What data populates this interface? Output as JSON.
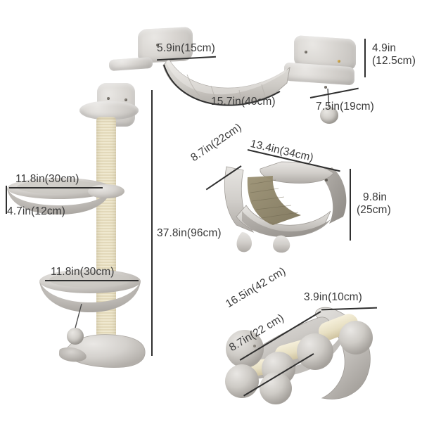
{
  "diagram": {
    "title": "Cat wall furniture set dimension diagram",
    "background_color": "#ffffff",
    "line_color": "#2f2f2f",
    "text_color": "#3a3a3a"
  },
  "pieces": {
    "wall_bridge": {
      "name": "curved wall bridge with two wall mounts and hanging ball",
      "labels": {
        "width_small": "5.9in(15cm)",
        "span": "15.7in(40cm)",
        "height": "4.9in",
        "height_unit": "(12.5cm)",
        "depth": "7.5in(19cm)"
      }
    },
    "cat_tree": {
      "name": "wall mounted cat tree with sisal post, two round platforms and hanging ball",
      "labels": {
        "upper_shelf_width": "11.8in(30cm)",
        "upper_shelf_height": "4.7in(12cm)",
        "lower_shelf_width": "11.8in(30cm)",
        "total_height": "37.8in(96cm)"
      }
    },
    "cradle_scratcher": {
      "name": "curved cradle hammock with jute scratching mat",
      "labels": {
        "depth": "8.7in(22cm)",
        "width": "13.4in(34cm)",
        "height": "9.8in",
        "height_unit": "(25cm)"
      }
    },
    "curved_step": {
      "name": "curved wall step with pom pom balls and sisal rollers",
      "labels": {
        "length": "16.5in(42 cm)",
        "depth": "8.7in(22 cm)",
        "height": "3.9in(10cm)"
      }
    }
  }
}
